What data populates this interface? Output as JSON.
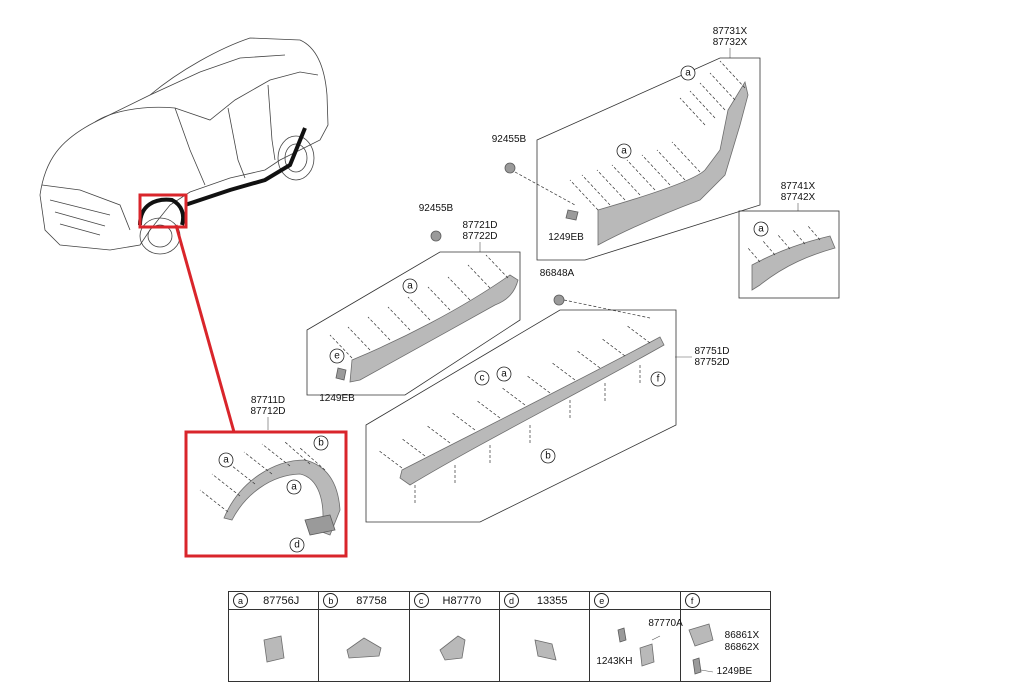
{
  "parts": {
    "p87731": [
      "87731X",
      "87732X"
    ],
    "p87741": [
      "87741X",
      "87742X"
    ],
    "p92455_top": "92455B",
    "p1249eb_top": "1249EB",
    "p92455_mid": "92455B",
    "p87721": [
      "87721D",
      "87722D"
    ],
    "p86848": "86848A",
    "p87751": [
      "87751D",
      "87752D"
    ],
    "p1249eb_mid": "1249EB",
    "p87711": [
      "87711D",
      "87712D"
    ]
  },
  "callouts": {
    "a": "a",
    "b": "b",
    "c": "c",
    "d": "d",
    "e": "e",
    "f": "f"
  },
  "legend": [
    {
      "letter": "a",
      "code": "87756J"
    },
    {
      "letter": "b",
      "code": "87758"
    },
    {
      "letter": "c",
      "code": "H87770"
    },
    {
      "letter": "d",
      "code": "13355"
    },
    {
      "letter": "e",
      "code": "",
      "extra": [
        "87770A",
        "1243KH"
      ]
    },
    {
      "letter": "f",
      "code": "",
      "extra": [
        "86861X",
        "86862X",
        "1249BE"
      ]
    }
  ],
  "colors": {
    "highlight": "#d9252b",
    "part_fill": "#b9b9b9"
  }
}
